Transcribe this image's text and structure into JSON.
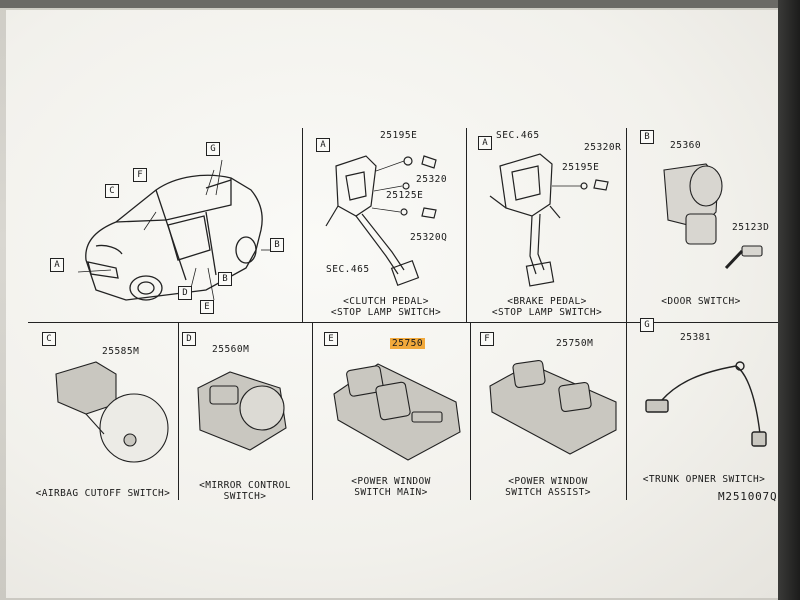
{
  "panels": {
    "main": {
      "callouts": [
        "A",
        "B",
        "C",
        "D",
        "E",
        "F",
        "G",
        "B"
      ]
    },
    "clutch": {
      "letter": "A",
      "parts": [
        "25195E",
        "25320",
        "25125E",
        "25320Q",
        "SEC.465"
      ],
      "caption_line1": "<CLUTCH PEDAL>",
      "caption_line2": "<STOP LAMP SWITCH>"
    },
    "brake": {
      "letter": "A",
      "parts": [
        "SEC.465",
        "25320R",
        "25195E"
      ],
      "caption_line1": "<BRAKE PEDAL>",
      "caption_line2": "<STOP LAMP SWITCH>"
    },
    "door": {
      "letter": "B",
      "parts": [
        "25360",
        "25123D"
      ],
      "caption_line1": "<DOOR SWITCH>"
    },
    "airbag": {
      "letter": "C",
      "parts": [
        "25585M"
      ],
      "caption_line1": "<AIRBAG CUTOFF SWITCH>"
    },
    "mirror": {
      "letter": "D",
      "parts": [
        "25560M"
      ],
      "caption_line1": "<MIRROR CONTROL",
      "caption_line2": "SWITCH>"
    },
    "pw_main": {
      "letter": "E",
      "parts": [
        "25750"
      ],
      "caption_line1": "<POWER WINDOW",
      "caption_line2": "SWITCH MAIN>"
    },
    "pw_assist": {
      "letter": "F",
      "parts": [
        "25750M"
      ],
      "caption_line1": "<POWER WINDOW",
      "caption_line2": "SWITCH ASSIST>"
    },
    "trunk": {
      "letter": "G",
      "parts": [
        "25381"
      ],
      "caption_line1": "<TRUNK OPNER SWITCH>"
    }
  },
  "doc_id": "M251007Q",
  "colors": {
    "highlight": "#f2a93b",
    "ink": "#1a1a1a",
    "paper": "#f6f5f0"
  }
}
